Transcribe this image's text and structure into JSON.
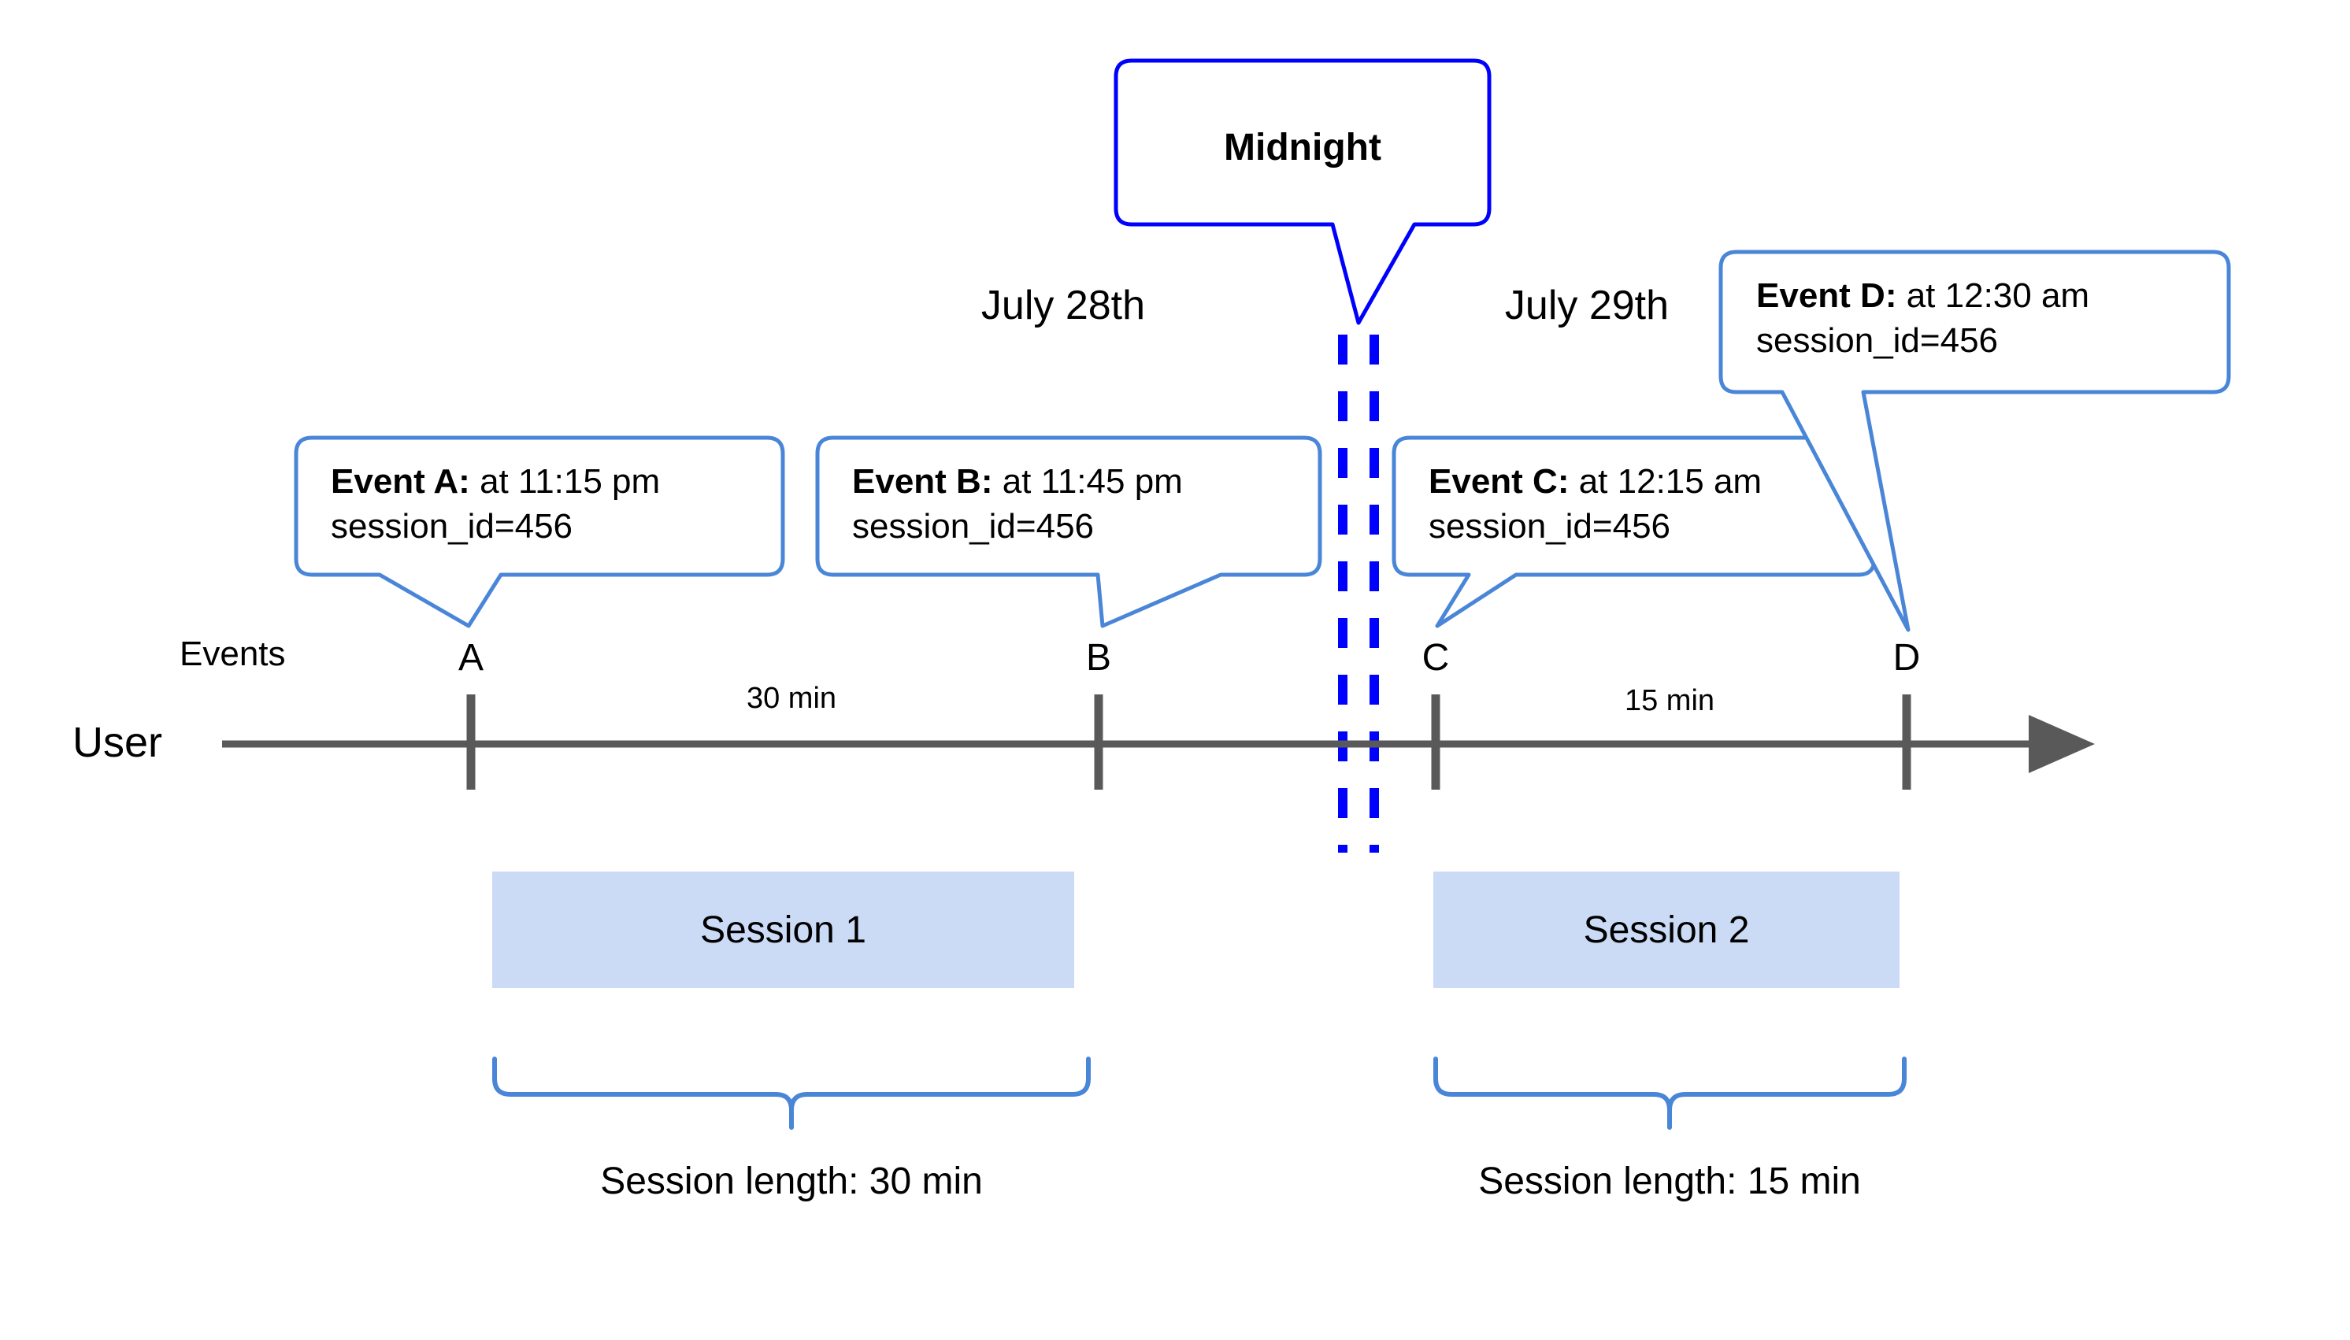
{
  "diagram": {
    "title_semantics": "sessionization-across-midnight-timeline",
    "colors": {
      "midnight_blue": "#0000FF",
      "callout_blue": "#4A86D8",
      "session_bar_fill": "#CBDAF5",
      "axis_gray": "#595959",
      "text_black": "#000000",
      "background": "#FFFFFF"
    }
  },
  "midnight": {
    "label": "Midnight"
  },
  "dates": {
    "left": "July 28th",
    "right": "July 29th"
  },
  "lanes": {
    "events_label": "Events",
    "user_label": "User"
  },
  "callouts": [
    {
      "id": "A",
      "title": "Event A:",
      "time": " at 11:15 pm",
      "detail": "session_id=456"
    },
    {
      "id": "B",
      "title": "Event B:",
      "time": " at 11:45 pm",
      "detail": "session_id=456"
    },
    {
      "id": "C",
      "title": "Event C:",
      "time": " at 12:15 am",
      "detail": "session_id=456"
    },
    {
      "id": "D",
      "title": "Event D:",
      "time": " at 12:30 am",
      "detail": "session_id=456"
    }
  ],
  "markers": [
    {
      "label": "A"
    },
    {
      "label": "B"
    },
    {
      "label": "C"
    },
    {
      "label": "D"
    }
  ],
  "durations": [
    {
      "label": "30 min"
    },
    {
      "label": "15 min"
    }
  ],
  "sessions": [
    {
      "bar_label": "Session 1",
      "length_label": "Session length: 30 min"
    },
    {
      "bar_label": "Session 2",
      "length_label": "Session length: 15 min"
    }
  ],
  "chart_data": {
    "type": "timeline",
    "title": "Sessionization of events across midnight",
    "xlabel": "",
    "ylabel": "",
    "grid": false,
    "legend": "none",
    "lanes": [
      "Events",
      "User"
    ],
    "day_boundary": {
      "label": "Midnight",
      "between": [
        "July 28th",
        "July 29th"
      ]
    },
    "events": [
      {
        "name": "A",
        "time": "11:15 pm",
        "date": "July 28th",
        "session_id": 456,
        "session": "Session 1"
      },
      {
        "name": "B",
        "time": "11:45 pm",
        "date": "July 28th",
        "session_id": 456,
        "session": "Session 1"
      },
      {
        "name": "C",
        "time": "12:15 am",
        "date": "July 29th",
        "session_id": 456,
        "session": "Session 2"
      },
      {
        "name": "D",
        "time": "12:30 am",
        "date": "July 29th",
        "session_id": 456,
        "session": "Session 2"
      }
    ],
    "gaps": [
      {
        "from": "A",
        "to": "B",
        "label": "30 min",
        "minutes": 30
      },
      {
        "from": "C",
        "to": "D",
        "label": "15 min",
        "minutes": 15
      }
    ],
    "sessions": [
      {
        "name": "Session 1",
        "events": [
          "A",
          "B"
        ],
        "length_label": "Session length: 30 min",
        "length_minutes": 30
      },
      {
        "name": "Session 2",
        "events": [
          "C",
          "D"
        ],
        "length_label": "Session length: 15 min",
        "length_minutes": 15
      }
    ]
  }
}
